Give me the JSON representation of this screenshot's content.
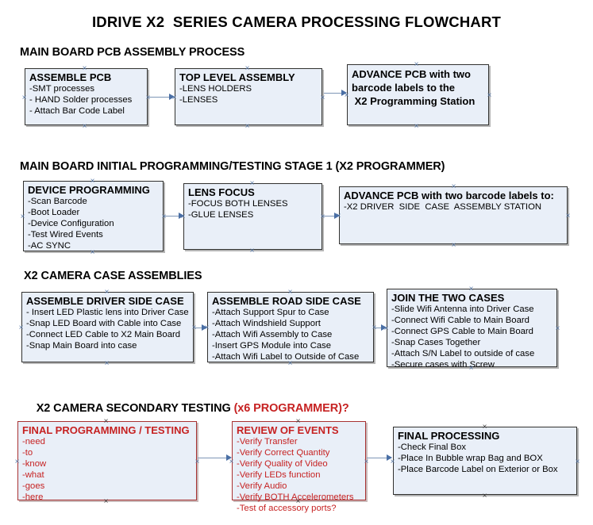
{
  "document": {
    "title": "IDRIVE X2  SERIES CAMERA PROCESSING FLOWCHART",
    "accent_red": "#c62222",
    "box_fill": "#e9eff8",
    "box_border": "#31312f",
    "connector_color": "#7e96b6"
  },
  "sections": [
    {
      "id": "main-board-pcb-assembly-process",
      "heading": "MAIN BOARD PCB ASSEMBLY PROCESS",
      "heading_accent": "",
      "boxes": [
        {
          "id": "assemble-pcb",
          "title": "ASSEMBLE PCB",
          "lines": [
            "-SMT processes",
            "- HAND Solder processes",
            "- Attach Bar Code Label"
          ]
        },
        {
          "id": "top-level-assembly",
          "title": "TOP LEVEL ASSEMBLY",
          "lines": [
            "-LENS HOLDERS",
            "-LENSES"
          ]
        },
        {
          "id": "advance-pcb-to-x2-programming-station",
          "title": "ADVANCE PCB with two\nbarcode labels to the\n X2 Programming Station",
          "lines": []
        }
      ]
    },
    {
      "id": "main-board-initial-programming",
      "heading": "MAIN BOARD INITIAL PROGRAMMING/TESTING STAGE 1 (X2 PROGRAMMER)",
      "heading_accent": "",
      "boxes": [
        {
          "id": "device-programming",
          "title": "DEVICE PROGRAMMING",
          "lines": [
            "-Scan Barcode",
            "-Boot Loader",
            "-Device Configuration",
            "-Test Wired Events",
            "-AC SYNC"
          ]
        },
        {
          "id": "lens-focus",
          "title": "LENS FOCUS",
          "lines": [
            "-FOCUS BOTH LENSES",
            "-GLUE LENSES"
          ]
        },
        {
          "id": "advance-pcb-to-driver-side-case",
          "title": "ADVANCE PCB with two barcode labels to:",
          "lines": [
            "-X2 DRIVER  SIDE  CASE  ASSEMBLY STATION"
          ]
        }
      ]
    },
    {
      "id": "x2-camera-case-assemblies",
      "heading": "X2 CAMERA CASE ASSEMBLIES",
      "heading_accent": "",
      "boxes": [
        {
          "id": "assemble-driver-side-case",
          "title": "ASSEMBLE DRIVER SIDE CASE",
          "lines": [
            "- Insert LED Plastic lens into Driver Case",
            "-Snap LED Board with Cable into Case",
            "-Connect LED Cable to X2 Main Board",
            "-Snap Main Board into case"
          ]
        },
        {
          "id": "assemble-road-side-case",
          "title": "ASSEMBLE ROAD SIDE CASE",
          "lines": [
            "-Attach Support Spur to Case",
            "-Attach Windshield Support",
            "-Attach Wifi Assembly to Case",
            "-Insert GPS Module into Case",
            "-Attach Wifi Label to Outside of Case"
          ]
        },
        {
          "id": "join-the-two-cases",
          "title": "JOIN THE TWO CASES",
          "lines": [
            "-Slide Wifi Antenna into Driver Case",
            "-Connect Wifi Cable to Main Board",
            "-Connect GPS Cable to Main Board",
            "-Snap Cases Together",
            "-Attach S/N Label to outside of case",
            "-Secure cases with Screw"
          ]
        }
      ]
    },
    {
      "id": "x2-camera-secondary-testing",
      "heading": "X2 CAMERA SECONDARY TESTING ",
      "heading_accent": "(x6 PROGRAMMER)?",
      "boxes": [
        {
          "id": "final-programming-testing",
          "title": "FINAL PROGRAMMING / TESTING",
          "lines": [
            "-need",
            "-to",
            "-know",
            "-what",
            "-goes",
            "-here"
          ]
        },
        {
          "id": "review-of-events",
          "title": "REVIEW OF EVENTS",
          "lines": [
            "-Verify Transfer",
            "-Verify Correct Quantity",
            "-Verify Quality of Video",
            "-Verify LEDs function",
            "-Verify Audio",
            "-Verify BOTH Accelerometers",
            "-Test of accessory ports?"
          ]
        },
        {
          "id": "final-processing",
          "title": "FINAL PROCESSING",
          "lines": [
            "-Check Final Box",
            "-Place In Bubble wrap Bag and BOX",
            "-Place Barcode Label on Exterior or Box"
          ]
        }
      ]
    }
  ]
}
